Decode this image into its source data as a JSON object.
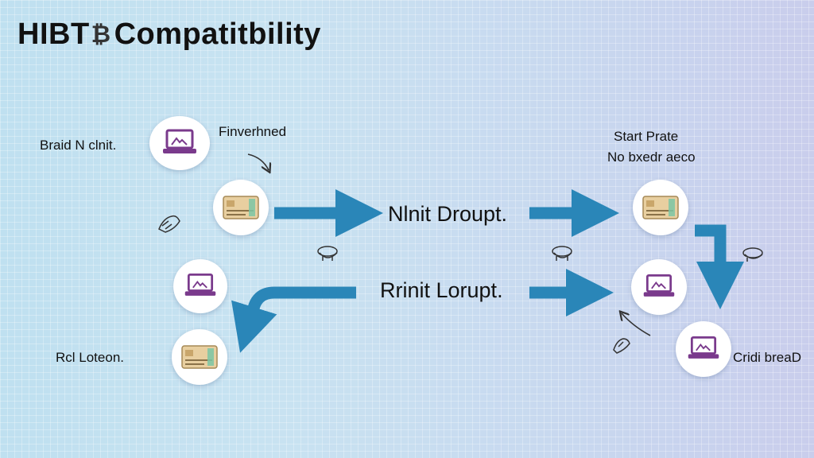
{
  "title": {
    "prefix": "HIBT",
    "glyph": "₿",
    "suffix": "Compatitbility"
  },
  "labels": {
    "brand": "Braid N clnit.",
    "finverhned": "Finverhned",
    "start_prate": "Start Prate",
    "no_bxedr": "No bxedr aeco",
    "rcl_loteon": "Rcl Loteon.",
    "cridi_bread": "Cridi breaD"
  },
  "center": {
    "top": "Nlnit Droupt.",
    "bottom": "Rrinit Lorupt."
  },
  "colors": {
    "arrow": "#2a86b8",
    "laptop": "#7a3a8c",
    "card": "#e3c79a"
  },
  "icons": [
    "laptop-icon",
    "card-icon",
    "hand-icon",
    "curved-arrow-icon"
  ]
}
